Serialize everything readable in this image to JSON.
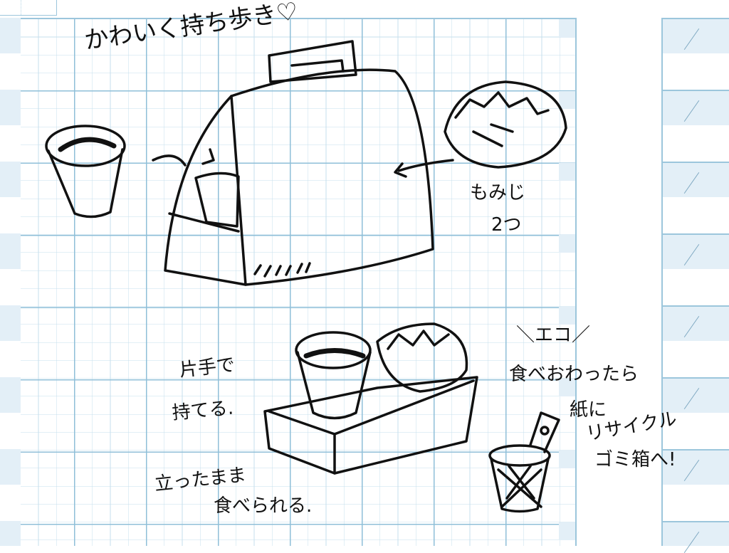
{
  "notes": {
    "title": "かわいく持ち歩き♡",
    "momiji": "もみじ",
    "momiji_count": "2つ",
    "one_hand_1": "片手で",
    "one_hand_2": "持てる.",
    "standing_1": "立ったまま",
    "standing_2": "食べられる.",
    "eco": "＼エコ／",
    "eco_1": "食べおわったら",
    "eco_2": "紙に",
    "eco_3": "リサイクル",
    "eco_4": "ゴミ箱へ!"
  }
}
